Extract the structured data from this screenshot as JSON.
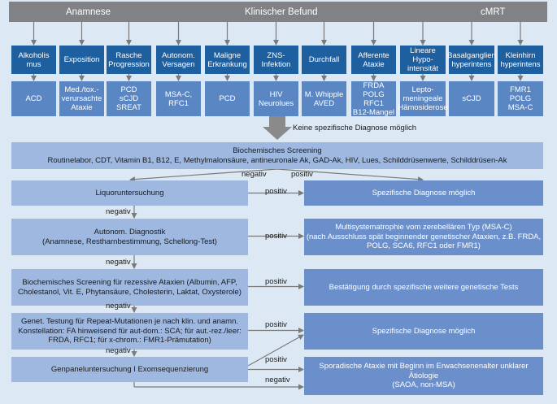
{
  "header": {
    "anamnese": "Anamnese",
    "befund": "Klinischer Befund",
    "cmrt": "cMRT"
  },
  "categories": [
    "Alkoholis\nmus",
    "Exposition",
    "Rasche\nProgression",
    "Autonom.\nVersagen",
    "Maligne\nErkrankung",
    "ZNS-\nInfektion",
    "Durchfall",
    "Afferente\nAtaxie",
    "Lineare Hypo-\nintensität",
    "Basalganglien\nhyperintens",
    "Kleinhirn\nhyperintens"
  ],
  "results": [
    "ACD",
    "Med./tox.-\nverursachte\nAtaxie",
    "PCD\nsCJD\nSREAT",
    "MSA-C,\nRFC1",
    "PCD",
    "HIV\nNeurolues",
    "M. Whipple\nAVED",
    "FRDA\nPOLG\nRFC1\nB12-Mangel",
    "Lepto-\nmeningeale\nHämosiderose",
    "sCJD",
    "FMR1\nPOLG\nMSA-C"
  ],
  "arrow_text": "Keine spezifische Diagnose möglich",
  "screening": {
    "title": "Biochemisches Screening",
    "details": "Routinelabor, CDT, Vitamin B1, B12, E, Methylmalonsäure, antineuronale Ak, GAD-Ak, HIV, Lues, Schilddrüsenwerte, Schilddrüsen-Ak"
  },
  "steps": [
    "Liquoruntersuchung",
    "Autonom. Diagnostik\n(Anamnese, Restharnbestimmung, Schellong-Test)",
    "Biochemisches Screening für rezessive Ataxien (Albumin, AFP,\nCholestanol, Vit. E, Phytansäure, Cholesterin, Laktat, Oxysterole)",
    "Genet. Testung für Repeat-Mutationen je nach klin. und anamn.\nKonstellation: FA hinweisend für aut-dom.: SCA; für aut.-rez./leer:\nFRDA, RFC1; für x-chrom.: FMR1-Prämutation)",
    "Genpanel­untersuchung I Exomsequenzierung"
  ],
  "outcomes": [
    "Spezifische Diagnose möglich",
    "Multisystematrophie vom zerebellären Typ (MSA-C)\n(nach Ausschluss spät beginnender genetischer Ataxien, z.B. FRDA,\nPOLG, SCA6, RFC1 oder FMR1)",
    "Bestätigung durch spezifische weitere genetische Tests",
    "Spezifische Diagnose möglich",
    "Sporadische Ataxie mit Beginn im Erwachsenenalter unklarer\nÄtiologie\n(SAOA, non-MSA)"
  ],
  "labels": {
    "positiv": "positiv",
    "negativ": "negativ"
  },
  "colors": {
    "header": "#808285",
    "category": "#1e5f9f",
    "result": "#5a87c3",
    "step": "#9fb8e0",
    "outcome": "#6a8fcb",
    "background": "#dce8f4"
  }
}
